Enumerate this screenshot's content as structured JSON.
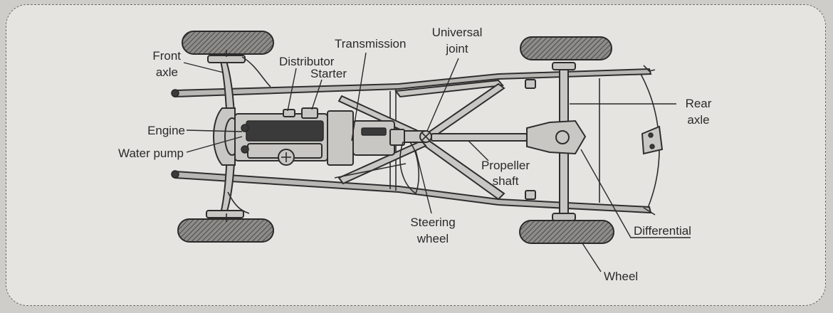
{
  "labels": {
    "front_axle_1": "Front",
    "front_axle_2": "axle",
    "distributor": "Distributor",
    "starter": "Starter",
    "transmission": "Transmission",
    "universal_joint_1": "Universal",
    "universal_joint_2": "joint",
    "rear_axle_1": "Rear",
    "rear_axle_2": "axle",
    "engine": "Engine",
    "water_pump": "Water pump",
    "propeller_shaft_1": "Propeller",
    "propeller_shaft_2": "shaft",
    "steering_wheel_1": "Steering",
    "steering_wheel_2": "wheel",
    "differential": "Differential",
    "wheel": "Wheel"
  }
}
